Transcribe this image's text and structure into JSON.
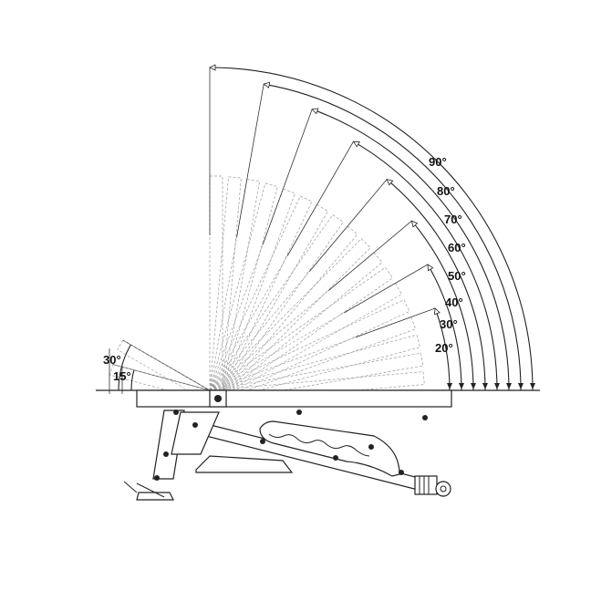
{
  "diagram": {
    "back_angle_labels": [
      "90°",
      "80°",
      "70°",
      "60°",
      "50°",
      "40°",
      "30°",
      "20°"
    ],
    "back_angles": [
      90,
      80,
      70,
      60,
      50,
      40,
      30,
      20
    ],
    "seat_angle_labels": [
      "30°",
      "15°"
    ],
    "seat_angles": [
      30,
      15
    ]
  },
  "colors": {
    "line": "#222222",
    "dashed": "#9a9a9a",
    "background": "#ffffff"
  }
}
